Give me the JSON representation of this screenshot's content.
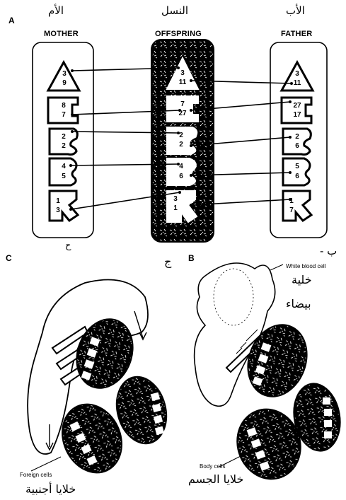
{
  "panel_a": {
    "letter": "A",
    "mother": {
      "label_ar": "الأم",
      "label": "MOTHER"
    },
    "offspring": {
      "label_ar": "النسل",
      "label": "OFFSPRING"
    },
    "father": {
      "label_ar": "الأب",
      "label": "FATHER"
    },
    "loci": [
      {
        "id": "A",
        "mother": [
          "3",
          "9"
        ],
        "offspring": [
          "3",
          "11"
        ],
        "father": [
          "3",
          "11"
        ]
      },
      {
        "id": "B",
        "mother": [
          "8",
          "7"
        ],
        "offspring": [
          "7",
          "27"
        ],
        "father": [
          "27",
          "17"
        ]
      },
      {
        "id": "C",
        "mother": [
          "2",
          "2"
        ],
        "offspring": [
          "2",
          "2"
        ],
        "father": [
          "2",
          "6"
        ]
      },
      {
        "id": "D",
        "mother": [
          "4",
          "5"
        ],
        "offspring": [
          "4",
          "6"
        ],
        "father": [
          "5",
          "6"
        ]
      },
      {
        "id": "DR",
        "mother": [
          "1",
          "3"
        ],
        "offspring": [
          "3",
          "1"
        ],
        "father": [
          "1",
          "7"
        ]
      }
    ]
  },
  "panel_c": {
    "letter": "C",
    "letter_ar": "ح",
    "label_ar_top": "ج",
    "foreign_cells": "Foreign cells",
    "foreign_cells_ar": "خلايا أجنبية"
  },
  "panel_b": {
    "letter": "B",
    "letter_ar": "ب -",
    "white_blood_cell": "White blood cell",
    "white_blood_cell_ar_1": "خلية",
    "white_blood_cell_ar_2": "بيضاء",
    "body_cells": "Body cells",
    "body_cells_ar": "خلايا الجسم"
  },
  "colors": {
    "ink": "#000000",
    "paper": "#ffffff"
  }
}
